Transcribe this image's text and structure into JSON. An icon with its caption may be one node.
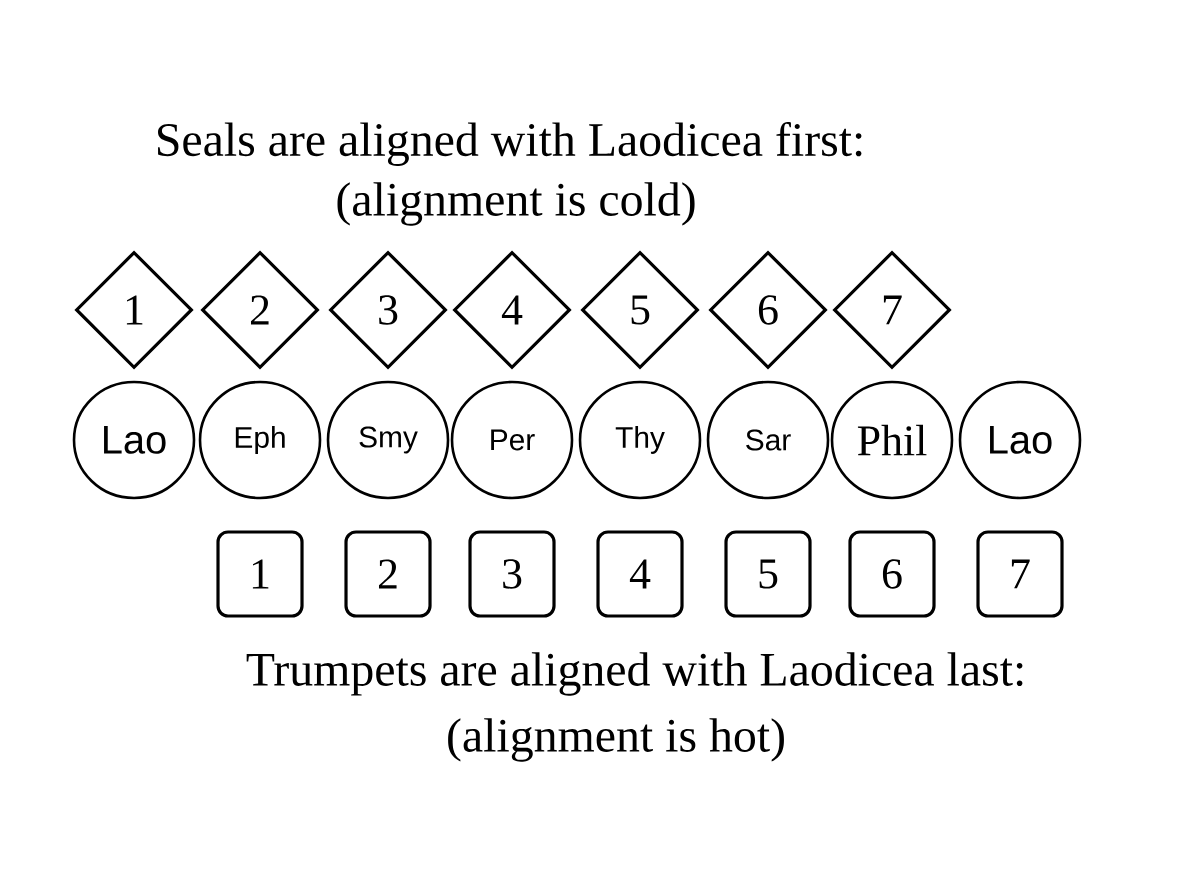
{
  "diagram": {
    "nodes": [
      {
        "text": [
          "1"
        ]
      },
      {
        "text": [
          "2"
        ]
      },
      {
        "text": [
          "3"
        ]
      },
      {
        "text": [
          "4"
        ]
      },
      {
        "text": [
          "5"
        ]
      },
      {
        "text": [
          "6"
        ]
      },
      {
        "text": [
          "7"
        ]
      },
      {
        "text": [
          "Lao"
        ]
      },
      {
        "text": [
          "Eph"
        ]
      },
      {
        "text": [
          "Smy"
        ]
      },
      {
        "text": [
          "Per"
        ]
      },
      {
        "text": [
          "Thy"
        ]
      },
      {
        "text": [
          "Sar"
        ]
      },
      {
        "text": [
          "Phil"
        ]
      },
      {
        "text": [
          "Lao"
        ]
      },
      {
        "text": [
          "1"
        ]
      },
      {
        "text": [
          "2"
        ]
      },
      {
        "text": [
          "3"
        ]
      },
      {
        "text": [
          "4"
        ]
      },
      {
        "text": [
          "5"
        ]
      },
      {
        "text": [
          "6"
        ]
      },
      {
        "text": [
          "7"
        ]
      }
    ],
    "labels": [
      "Seals are aligned with Laodicea first:",
      "(alignment is cold)",
      "Trumpets are aligned with Laodicea last:",
      "(alignment is hot)"
    ]
  }
}
